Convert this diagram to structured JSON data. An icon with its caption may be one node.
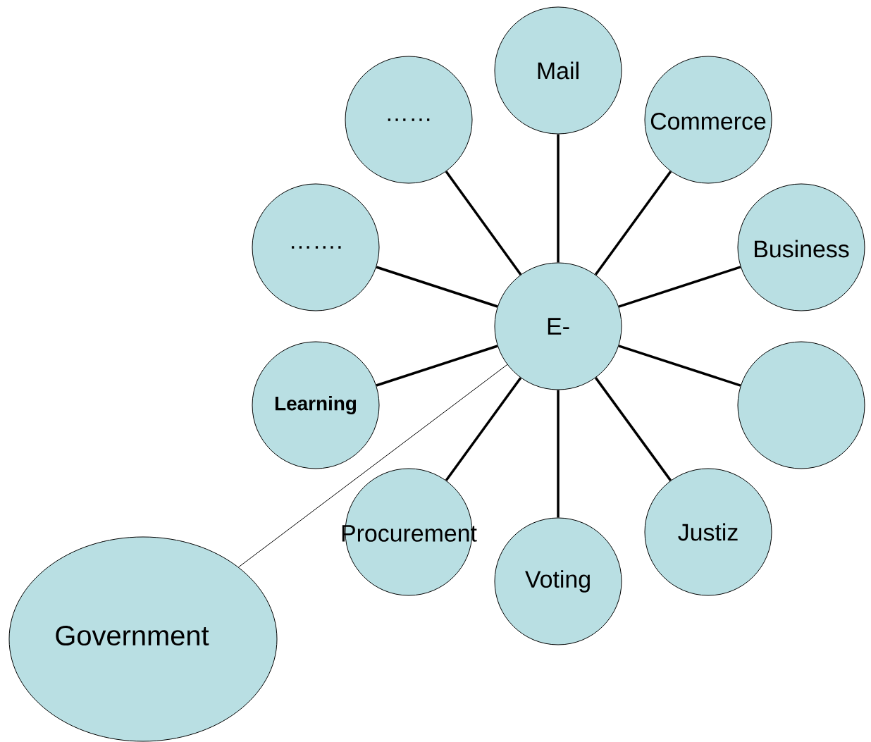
{
  "diagram": {
    "nodes": [
      {
        "text": [
          "E-"
        ]
      },
      {
        "text": [
          "Mail"
        ]
      },
      {
        "text": [
          "Commerce"
        ]
      },
      {
        "text": [
          "Business"
        ]
      },
      {
        "text": [],
        "shape": "circle"
      },
      {
        "text": [
          "Justiz"
        ]
      },
      {
        "text": [
          "Voting"
        ]
      },
      {
        "text": [
          "Procurement"
        ]
      },
      {
        "text": [
          "Learning"
        ]
      },
      {
        "text": [
          "……."
        ]
      },
      {
        "text": [
          "……"
        ]
      },
      {
        "text": [
          "Government"
        ]
      }
    ],
    "edges": [
      {
        "from": 0,
        "to": 1,
        "arrow": "none"
      },
      {
        "from": 0,
        "to": 2,
        "arrow": "none"
      },
      {
        "from": 0,
        "to": 3,
        "arrow": "none"
      },
      {
        "from": 0,
        "to": 4,
        "arrow": "none"
      },
      {
        "from": 0,
        "to": 5,
        "arrow": "none"
      },
      {
        "from": 0,
        "to": 6,
        "arrow": "none"
      },
      {
        "from": 0,
        "to": 7,
        "arrow": "none"
      },
      {
        "from": 0,
        "to": 8,
        "arrow": "none"
      },
      {
        "from": 0,
        "to": 9,
        "arrow": "none"
      },
      {
        "from": 0,
        "to": 10,
        "arrow": "none"
      },
      {
        "from": 0,
        "to": 11,
        "arrow": "none"
      }
    ]
  }
}
